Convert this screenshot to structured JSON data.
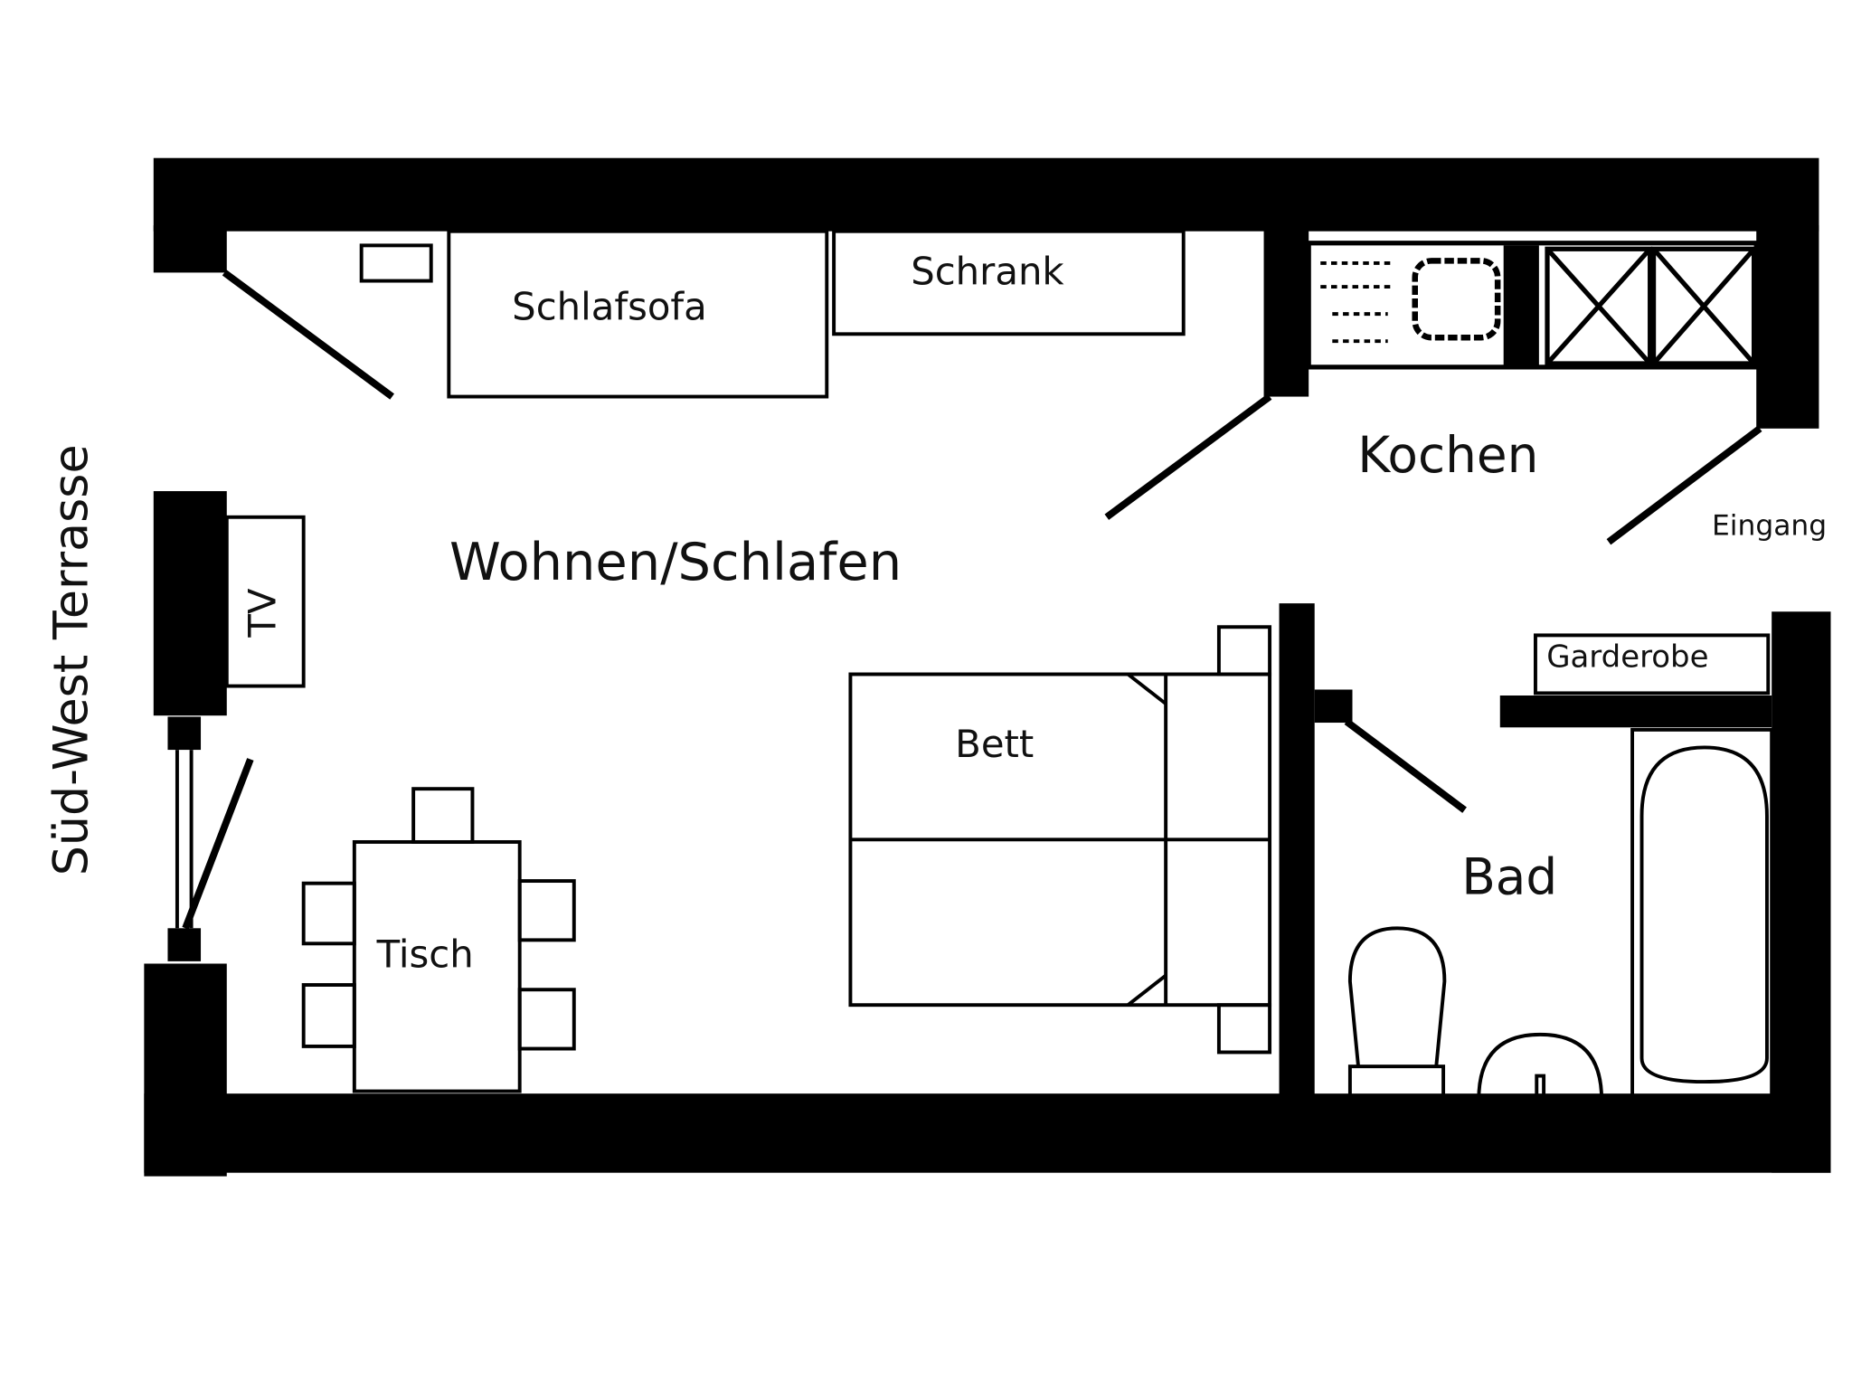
{
  "rooms": {
    "living": "Wohnen/Schlafen",
    "kitchen": "Kochen",
    "bath": "Bad",
    "entrance": "Eingang",
    "terrace": "Süd-West Terrasse"
  },
  "furniture": {
    "sofa": "Schlafsofa",
    "wardrobe": "Schrank",
    "tv": "TV",
    "bed": "Bett",
    "table": "Tisch",
    "coat_rack": "Garderobe"
  }
}
